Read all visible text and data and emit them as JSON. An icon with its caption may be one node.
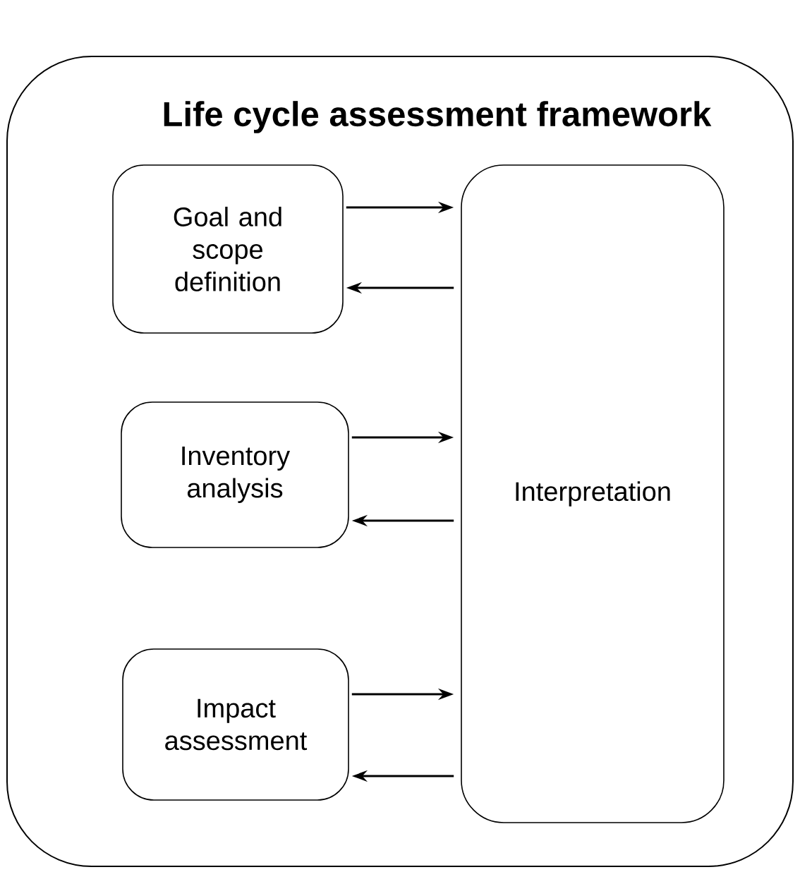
{
  "diagram": {
    "nodes": [
      {
        "text": [
          "Life cycle assessment framework"
        ]
      },
      {
        "text": [
          "Goal and scope definition"
        ],
        "in": 0
      },
      {
        "text": [
          "Inventory analysis"
        ],
        "in": 0
      },
      {
        "text": [
          "Impact assessment"
        ],
        "in": 0
      },
      {
        "text": [
          "Interpretation"
        ],
        "in": 0
      }
    ],
    "edges": [
      {
        "from": 1,
        "to": 4,
        "arrow": "to"
      },
      {
        "from": 4,
        "to": 1,
        "arrow": "to"
      },
      {
        "from": 2,
        "to": 4,
        "arrow": "to"
      },
      {
        "from": 4,
        "to": 2,
        "arrow": "to"
      },
      {
        "from": 3,
        "to": 4,
        "arrow": "to"
      },
      {
        "from": 4,
        "to": 3,
        "arrow": "to"
      }
    ]
  }
}
